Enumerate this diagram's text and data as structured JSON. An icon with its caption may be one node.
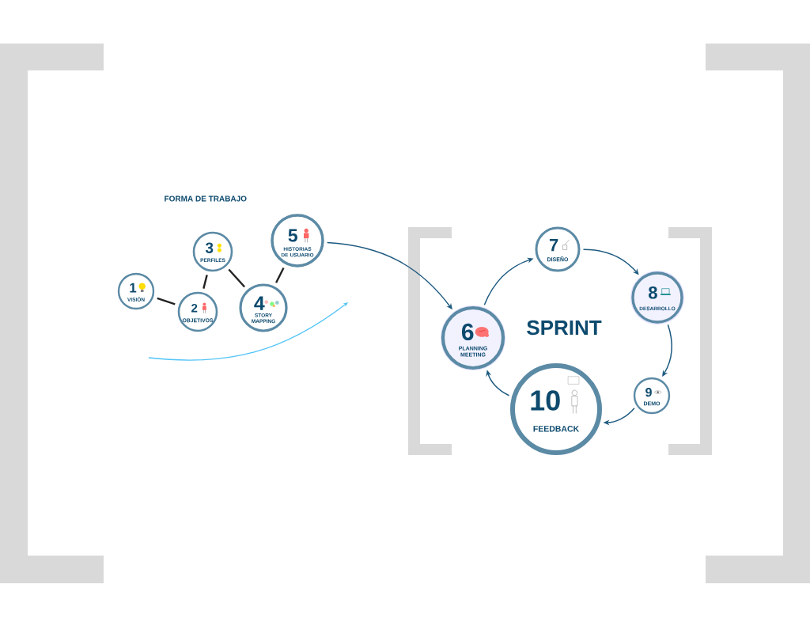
{
  "diagram": {
    "title": "FORMA DE TRABAJO",
    "nodes": [
      {
        "text": [
          "1",
          "VISIÓN"
        ]
      },
      {
        "text": [
          "2",
          "OBJETIVOS"
        ]
      },
      {
        "text": [
          "3",
          "PERFILES"
        ]
      },
      {
        "text": [
          "4",
          "STORY MAPPING"
        ]
      },
      {
        "text": [
          "5",
          "HISTORIAS DE USUARIO"
        ]
      },
      {
        "text": [
          "6",
          "PLANNING MEETING"
        ]
      },
      {
        "text": [
          "7",
          "DISEÑO"
        ]
      },
      {
        "text": [
          "8",
          "DESARROLLO"
        ]
      },
      {
        "text": [
          "9",
          "DEMO"
        ]
      },
      {
        "text": [
          "10",
          "FEEDBACK"
        ]
      }
    ],
    "edges": [
      {
        "from": 0,
        "to": 1,
        "arrow": "none",
        "color": "#222222"
      },
      {
        "from": 1,
        "to": 2,
        "arrow": "none",
        "color": "#222222"
      },
      {
        "from": 2,
        "to": 3,
        "arrow": "none",
        "color": "#222222"
      },
      {
        "from": 3,
        "to": 4,
        "arrow": "none",
        "color": "#222222"
      },
      {
        "from": 4,
        "to": 5,
        "arrow": "to"
      },
      {
        "from": 5,
        "to": 6,
        "arrow": "to"
      },
      {
        "from": 6,
        "to": 7,
        "arrow": "to"
      },
      {
        "from": 7,
        "to": 8,
        "arrow": "to"
      },
      {
        "from": 8,
        "to": 9,
        "arrow": "to"
      },
      {
        "from": 9,
        "to": 5,
        "arrow": "to"
      }
    ],
    "labels": [
      "SPRINT"
    ]
  }
}
